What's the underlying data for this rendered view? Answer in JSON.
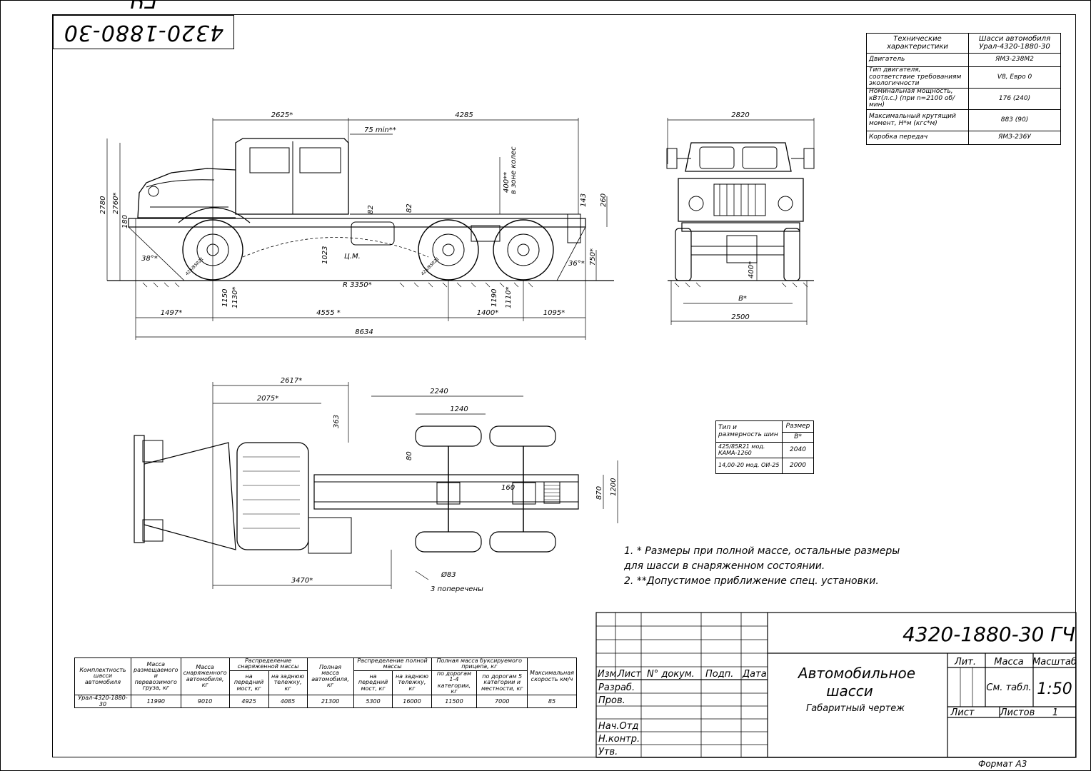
{
  "stamp_code": "4320-1880-30 ГЧ",
  "spec_table": {
    "header": [
      "Технические характеристики",
      "Шасси автомобиля Урал-4320-1880-30"
    ],
    "rows": [
      [
        "Двигатель",
        "ЯМЗ-238М2"
      ],
      [
        "Тип двигателя, соответствие требованиям экологичности",
        "V8, Евро 0"
      ],
      [
        "Номинальная мощность, кВт(л.с.) (при n=2100 об/мин)",
        "176 (240)"
      ],
      [
        "Максимальный крутящий момент, Н*м (кгс*м)",
        "883 (90)"
      ],
      [
        "Коробка передач",
        "ЯМЗ-236У"
      ]
    ]
  },
  "tire_table": {
    "header": [
      "Тип и размерность шин",
      "Размер",
      "B*"
    ],
    "rows": [
      [
        "425/85R21 мод. КАМА-1260",
        "2040"
      ],
      [
        "14,00-20 мод. ОИ-25",
        "2000"
      ]
    ]
  },
  "notes": [
    "1. * Размеры при полной массе, остальные размеры",
    "для шасси в снаряженном состоянии.",
    "2. **Допустимое приближение спец. установки."
  ],
  "mass_table": {
    "headers": [
      "Комплектность шасси автомобиля",
      "Масса размещаемого и перевозимого груза, кг",
      "Масса снаряженного автомобиля, кг",
      "Распределение снаряженной массы",
      "Полная масса автомобиля, кг",
      "Распределение полной массы",
      "Полная масса буксируемого прицепа, кг",
      "Максимальная скорость км/ч"
    ],
    "subheaders": [
      "на передний мост, кг",
      "на заднюю тележку, кг",
      "на передний мост, кг",
      "на заднюю тележку, кг",
      "по дорогам 1-4 категории, кг",
      "по дорогам 5 категории и местности, кг"
    ],
    "row": [
      "Урал-4320-1880-30",
      "11990",
      "9010",
      "4925",
      "4085",
      "21300",
      "5300",
      "16000",
      "11500",
      "7000",
      "85"
    ]
  },
  "title_block": {
    "code": "4320-1880-30 ГЧ",
    "name_line1": "Автомобильное",
    "name_line2": "шасси",
    "doc_type": "Габаритный чертеж",
    "lit_label": "Лит.",
    "mass_label": "Масса",
    "scale_label": "Масштаб",
    "mass_value": "См. табл.",
    "scale_value": "1:50",
    "sheet_label": "Лист",
    "sheets_label": "Листов",
    "sheets_value": "1",
    "col_labels": [
      "Изм.",
      "Лист",
      "N° докум.",
      "Подп.",
      "Дата"
    ],
    "roles": [
      "Разраб.",
      "Пров.",
      "Нач.Отд",
      "Н.контр.",
      "Утв."
    ]
  },
  "format_label": "Формат   А3",
  "dims_side": [
    "2625*",
    "4285",
    "75 min**",
    "400**",
    "в зоне колес",
    "2780",
    "2760*",
    "180",
    "82",
    "82",
    "143",
    "260",
    "750*",
    "38°*",
    "36°*",
    "1023",
    "Ц.М.",
    "R 3350*",
    "1150",
    "1130*",
    "1190",
    "1110*",
    "1497*",
    "4555 *",
    "1400*",
    "1095*",
    "8634",
    "425/85R21"
  ],
  "dims_front": [
    "2820",
    "400*",
    "B*",
    "2500"
  ],
  "dims_top": [
    "2617*",
    "2075*",
    "363",
    "2240",
    "1240",
    "80",
    "1200",
    "870",
    "160",
    "3470*",
    "Ø83",
    "3 поперечены"
  ]
}
